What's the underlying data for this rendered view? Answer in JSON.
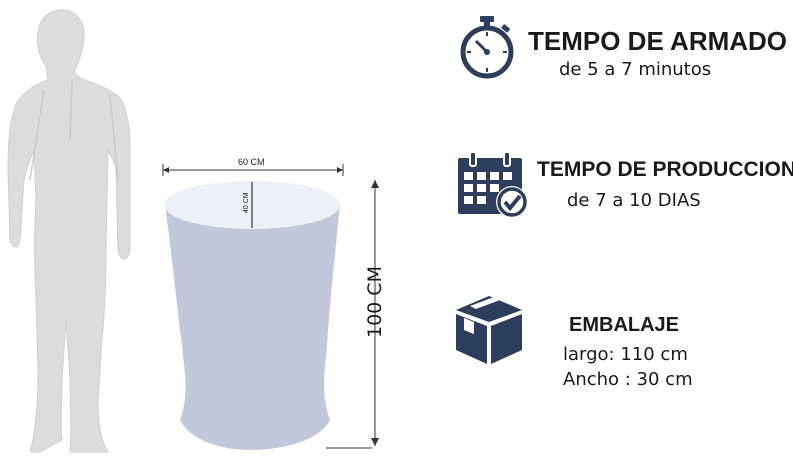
{
  "figure": {
    "fill": "#dcdcdc",
    "stroke": "#c8c8c8"
  },
  "table": {
    "body_color": "#c2c8da",
    "top_color": "#eef0f7"
  },
  "dimensions": {
    "width_label": "60 CM",
    "depth_label": "40 CM",
    "height_label": "100 CM"
  },
  "icon_color": "#2c3e5c",
  "specs": {
    "armado": {
      "icon": "stopwatch-icon",
      "title": "TEMPO DE ARMADO",
      "detail": "de 5 a 7 minutos"
    },
    "produccion": {
      "icon": "calendar-check-icon",
      "title": "TEMPO DE PRODUCCION",
      "detail": "de 7 a 10 DIAS"
    },
    "embalaje": {
      "icon": "package-box-icon",
      "title": "EMBALAJE",
      "largo": "largo: 110 cm",
      "ancho": "Ancho : 30 cm"
    }
  }
}
